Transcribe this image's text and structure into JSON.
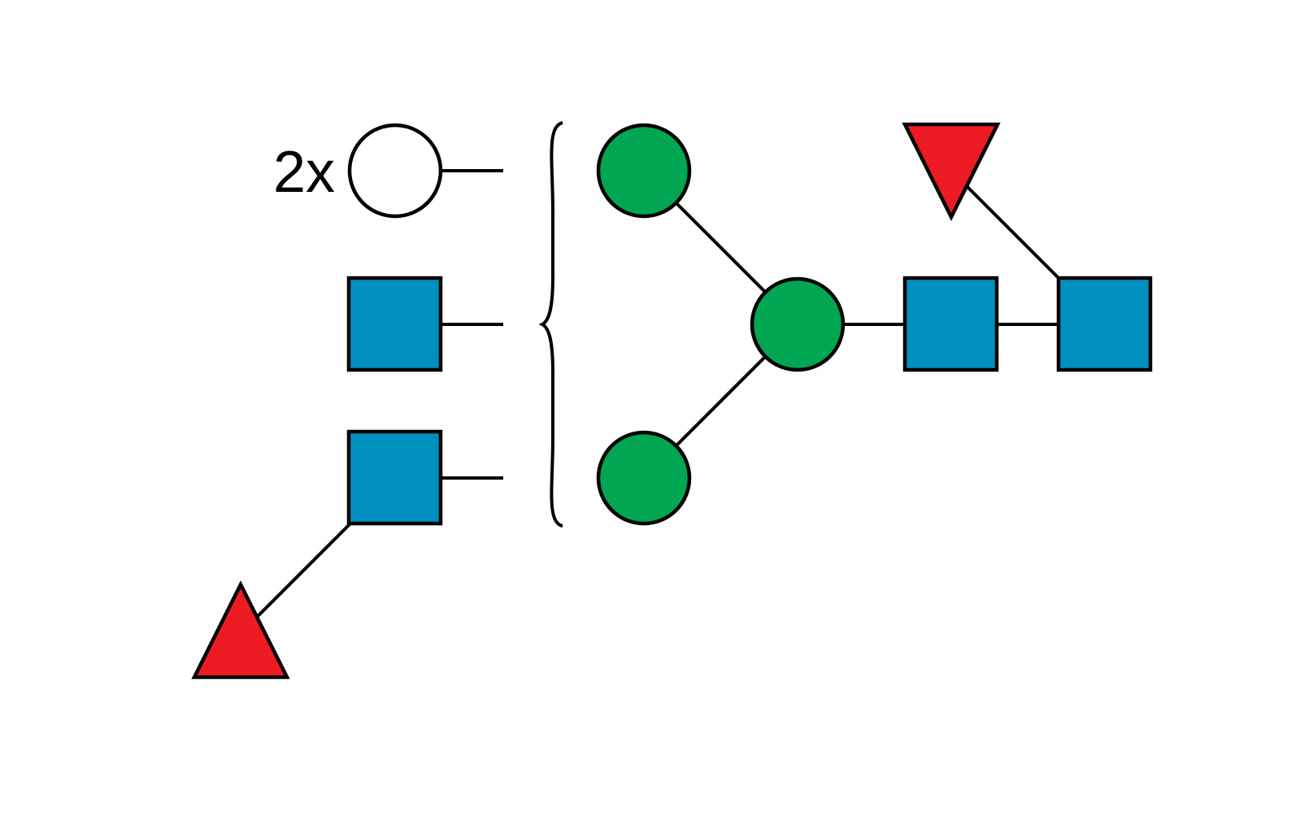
{
  "colors": {
    "background": "#ffffff",
    "line": "#000000",
    "mannose_green": "#00a651",
    "glcnac_blue": "#0090bf",
    "fucose_red": "#ed1c24",
    "galactose_white": "#ffffff"
  },
  "antenna_group": {
    "multiplier_label": "2x",
    "items": [
      {
        "shape": "circle",
        "color": "white"
      },
      {
        "shape": "square",
        "color": "blue"
      },
      {
        "shape": "square",
        "color": "blue",
        "substituent": {
          "shape": "triangle",
          "color": "red"
        }
      }
    ]
  },
  "core": {
    "residues": [
      {
        "shape": "circle",
        "color": "green"
      },
      {
        "shape": "circle",
        "color": "green"
      },
      {
        "shape": "circle",
        "color": "green"
      },
      {
        "shape": "square",
        "color": "blue"
      },
      {
        "shape": "square",
        "color": "blue",
        "substituent": {
          "shape": "triangle",
          "color": "red"
        }
      }
    ]
  }
}
